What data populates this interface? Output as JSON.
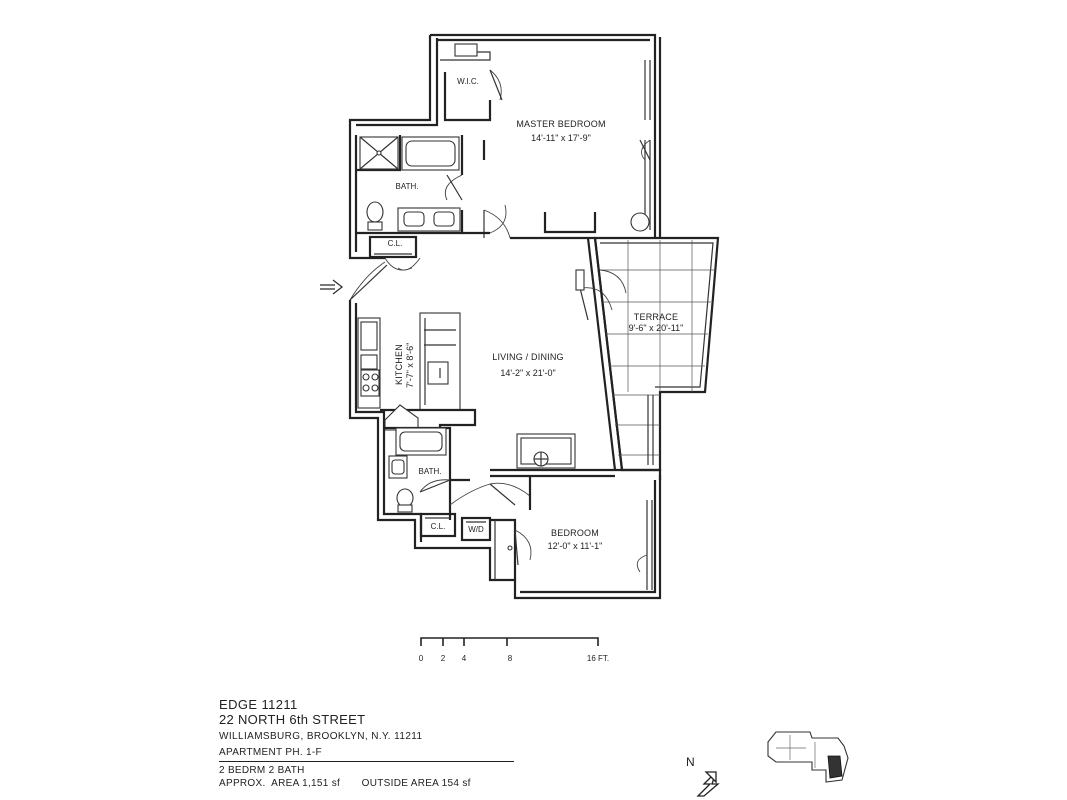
{
  "rooms": {
    "master_bedroom": {
      "name": "MASTER BEDROOM",
      "dims": "14'-11\" x 17'-9\""
    },
    "wic": {
      "name": "W.I.C."
    },
    "bath1": {
      "name": "BATH."
    },
    "closet1": {
      "name": "C.L."
    },
    "kitchen": {
      "name": "KITCHEN",
      "dims": "7'-7\" x 8'-6\""
    },
    "living": {
      "name": "LIVING / DINING",
      "dims": "14'-2\" x 21'-0\""
    },
    "terrace": {
      "name": "TERRACE",
      "dims": "9'-6\" x 20'-11\""
    },
    "bath2": {
      "name": "BATH."
    },
    "closet2": {
      "name": "C.L."
    },
    "wd": {
      "name": "W/D"
    },
    "bedroom": {
      "name": "BEDROOM",
      "dims": "12'-0\" x 11'-1\""
    }
  },
  "scale_bar": {
    "ticks": [
      "0",
      "2",
      "4",
      "8",
      "16 FT."
    ]
  },
  "info": {
    "building": "EDGE 11211",
    "street": "22 NORTH 6th STREET",
    "city": "WILLIAMSBURG, BROOKLYN, N.Y. 11211",
    "apartment": "APARTMENT  PH. 1-F",
    "bedrooms": "2 BEDRM  2 BATH",
    "area": "APPROX.  AREA 1,151 sf       OUTSIDE AREA 154 sf"
  },
  "compass": {
    "label": "N"
  },
  "entry_arrow_icon": "right-arrow-icon",
  "key_plan_icon": "building-key-plan-icon"
}
